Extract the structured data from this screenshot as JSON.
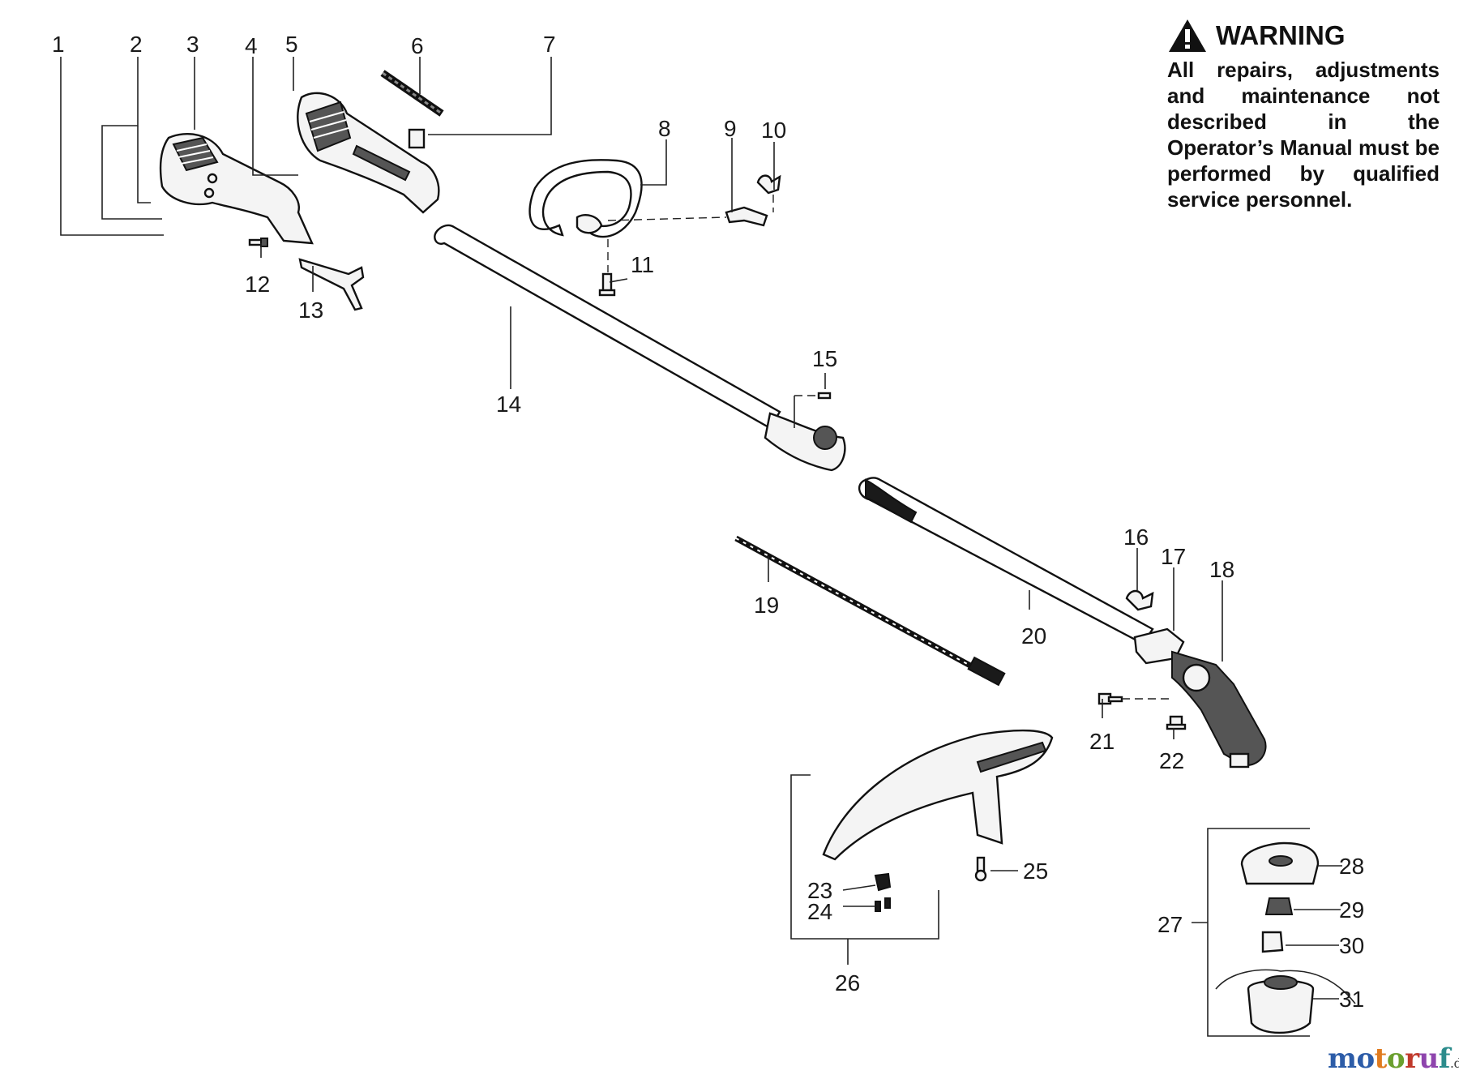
{
  "diagram": {
    "warning": {
      "heading": "WARNING",
      "text": "All repairs, adjustments and maintenance not described in the Operator’s Manual must be performed by qualified service personnel.",
      "icon": "warning-triangle-icon"
    },
    "watermark": {
      "name_parts": [
        "mo",
        "t",
        "o",
        "r",
        "u",
        "f"
      ],
      "tld": ".de"
    },
    "callouts": [
      "1",
      "2",
      "3",
      "4",
      "5",
      "6",
      "7",
      "8",
      "9",
      "10",
      "11",
      "12",
      "13",
      "14",
      "15",
      "16",
      "17",
      "18",
      "19",
      "20",
      "21",
      "22",
      "23",
      "24",
      "25",
      "26",
      "27",
      "28",
      "29",
      "30",
      "31"
    ]
  }
}
